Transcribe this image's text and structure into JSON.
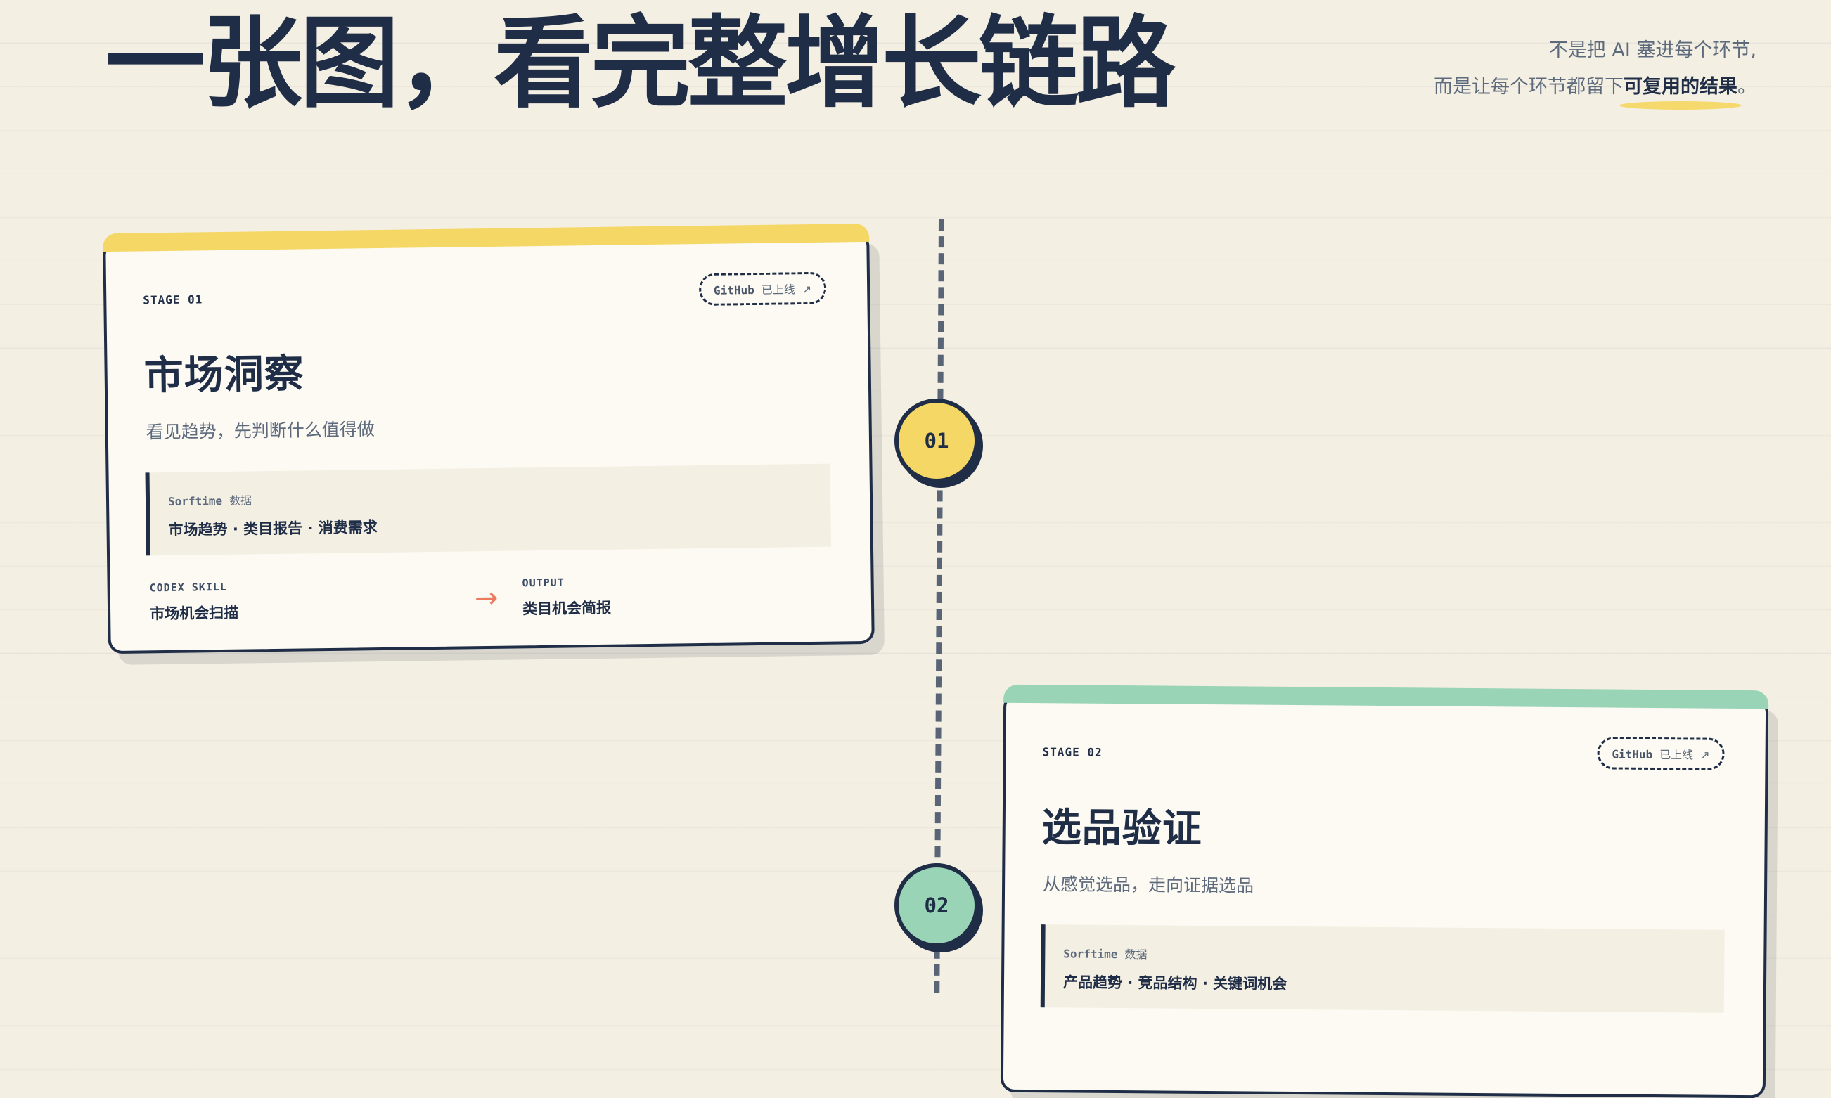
{
  "header": {
    "title": "一张图，看完整增长链路",
    "tagline_line1": "不是把 AI 塞进每个环节,",
    "tagline_line2_prefix": "而是让每个环节都留下",
    "tagline_line2_emphasis": "可复用的结果",
    "tagline_line2_suffix": "。"
  },
  "colors": {
    "ink": "#1f2d46",
    "background": "#f4efe3",
    "card": "#fcfaf3",
    "stage1_accent": "#f5d766",
    "stage2_accent": "#98d4b5",
    "arrow": "#ec7a5c",
    "muted": "#5d6a7c"
  },
  "timeline": {
    "nodes": [
      {
        "label": "01"
      },
      {
        "label": "02"
      }
    ]
  },
  "stages": [
    {
      "stage_label": "STAGE 01",
      "status_source": "GitHub",
      "status_text": "已上线",
      "status_icon": "↗",
      "title": "市场洞察",
      "subtitle": "看见趋势，先判断什么值得做",
      "source_name": "Sorftime",
      "source_suffix": "数据",
      "source_items": "市场趋势 · 类目报告 · 消费需求",
      "skill_label": "CODEX SKILL",
      "skill_value": "市场机会扫描",
      "flow_arrow": "→",
      "output_label": "OUTPUT",
      "output_value": "类目机会简报"
    },
    {
      "stage_label": "STAGE 02",
      "status_source": "GitHub",
      "status_text": "已上线",
      "status_icon": "↗",
      "title": "选品验证",
      "subtitle": "从感觉选品，走向证据选品",
      "source_name": "Sorftime",
      "source_suffix": "数据",
      "source_items": "产品趋势 · 竞品结构 · 关键词机会"
    }
  ]
}
